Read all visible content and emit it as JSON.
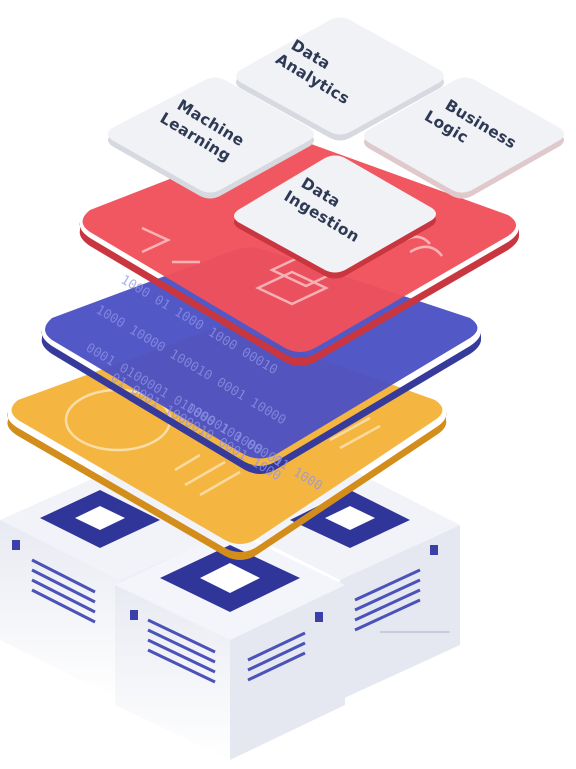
{
  "tiles": [
    {
      "key": "data_analytics",
      "lines": [
        "Data",
        "Analytics"
      ]
    },
    {
      "key": "machine_learning",
      "lines": [
        "Machine",
        "Learning"
      ]
    },
    {
      "key": "business_logic",
      "lines": [
        "Business",
        "Logic"
      ]
    },
    {
      "key": "data_ingestion",
      "lines": [
        "Data",
        "Ingestion"
      ]
    }
  ],
  "binary_rows": [
    "1000  01  1000  1000  00010",
    "1000  10000  100010  0001  10000",
    "0001  0100001  01000001  1000  01",
    "01  0001  1000010  0001  1000",
    "1000  100  000  01  1000"
  ],
  "colors": {
    "tile": "#f1f2f5",
    "tile_shadow": "#d6d9e0",
    "red_layer": "#f0505a",
    "red_layer_edge": "#c9363f",
    "blue_layer": "#4a4fc4",
    "blue_layer_edge": "#363a9a",
    "yellow_layer": "#f3b236",
    "yellow_layer_edge": "#d38d1b",
    "server_top": "#f2f3f8",
    "server_side": "#e3e5ef",
    "chip_pad": "#2f3599",
    "chip": "#ffffff",
    "text": "#2e3a55"
  }
}
